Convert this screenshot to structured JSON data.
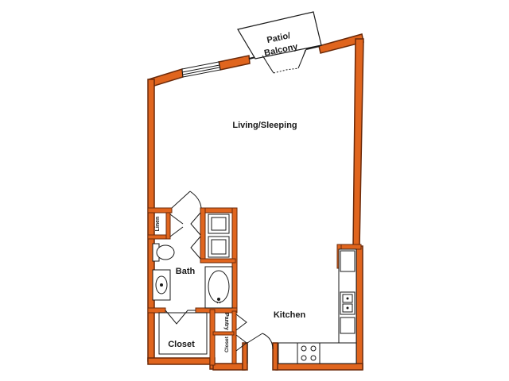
{
  "rooms": {
    "patio": {
      "line1": "Patio/",
      "line2": "Balcony"
    },
    "living": "Living/Sleeping",
    "bath": "Bath",
    "kitchen": "Kitchen",
    "closet": "Closet",
    "linen": "Linen",
    "pantry": "Pantry",
    "small_closet": "Closet"
  },
  "colors": {
    "wall_fill": "#e0651e",
    "wall_stroke": "#6b2a0a",
    "line": "#1a1a1a",
    "background": "#ffffff"
  }
}
